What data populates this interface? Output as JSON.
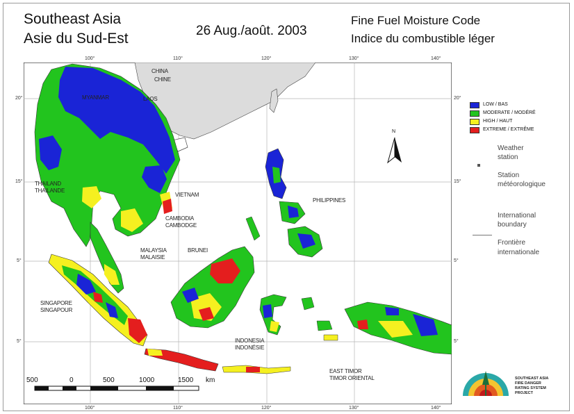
{
  "title": {
    "region_en": "Southeast Asia",
    "region_fr": "Asie du Sud-Est",
    "date": "26 Aug./août. 2003",
    "index_en": "Fine Fuel Moisture Code",
    "index_fr": "Indice du combustible léger"
  },
  "ticks": {
    "top": [
      "100°",
      "110°",
      "120°",
      "130°",
      "140°"
    ],
    "bottom": [
      "100°",
      "110°",
      "120°",
      "130°",
      "140°"
    ],
    "left": [
      "20°",
      "15°",
      "5°",
      "5°"
    ],
    "right": [
      "20°",
      "15°",
      "5°",
      "5°"
    ]
  },
  "countries": {
    "china": "CHINA",
    "chine": "CHINE",
    "myanmar": "MYANMAR",
    "laos": "LAOS",
    "thailand": "THAILAND",
    "thailande": "THAILANDE",
    "vietnam": "VIETNAM",
    "cambodia": "CAMBODIA",
    "cambodge": "CAMBODGE",
    "philippines": "PHILIPPINES",
    "malaysia": "MALAYSIA",
    "malaisie": "MALAISIE",
    "brunei": "BRUNEI",
    "singapore": "SINGAPORE",
    "singapour": "SINGAPOUR",
    "indonesia": "INDONESIA",
    "indonesie": "INDONÉSIE",
    "east_timor": "EAST TIMOR",
    "timor_oriental": "TIMOR ORIENTAL"
  },
  "legend": {
    "classes": [
      {
        "label": "LOW / BAS",
        "color": "#1a24d6"
      },
      {
        "label": "MODERATE / MODÉRÉ",
        "color": "#22c41e"
      },
      {
        "label": "HIGH / HAUT",
        "color": "#f5f020"
      },
      {
        "label": "EXTREME / EXTRÊME",
        "color": "#e41e1e"
      }
    ],
    "north": "N",
    "station_en_1": "Weather",
    "station_en_2": "station",
    "station_fr_1": "Station",
    "station_fr_2": "météorologique",
    "boundary_en_1": "International",
    "boundary_en_2": "boundary",
    "boundary_fr_1": "Frontière",
    "boundary_fr_2": "internationale"
  },
  "scale": {
    "labels": [
      "500",
      "0",
      "500",
      "1000",
      "1500"
    ],
    "unit": "km"
  },
  "logo": {
    "line1": "SOUTHEAST ASIA",
    "line2": "FIRE DANGER",
    "line3": "RATING SYSTEM",
    "line4": "PROJECT"
  },
  "colors": {
    "low": "#1a24d6",
    "moderate": "#22c41e",
    "high": "#f5f020",
    "extreme": "#e41e1e",
    "land_other": "#dcdcdc",
    "sea": "#ffffff"
  }
}
